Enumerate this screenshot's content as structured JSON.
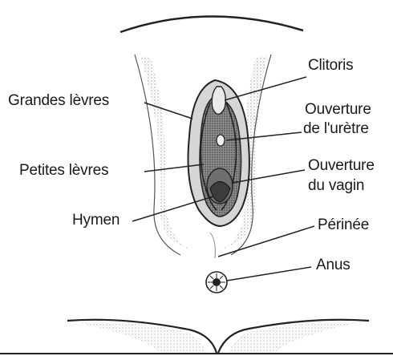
{
  "diagram": {
    "labels": {
      "clitoris": "Clitoris",
      "grandes_levres": "Grandes lèvres",
      "ouverture_ureter_1": "Ouverture",
      "ouverture_ureter_2": "de l'urètre",
      "petites_levres": "Petites lèvres",
      "ouverture_vagin_1": "Ouverture",
      "ouverture_vagin_2": "du vagin",
      "hymen": "Hymen",
      "perinee": "Périnée",
      "anus": "Anus"
    },
    "colors": {
      "line": "#222222",
      "shade": "#8a8a8a",
      "light_shade": "#cfcfcf"
    }
  }
}
